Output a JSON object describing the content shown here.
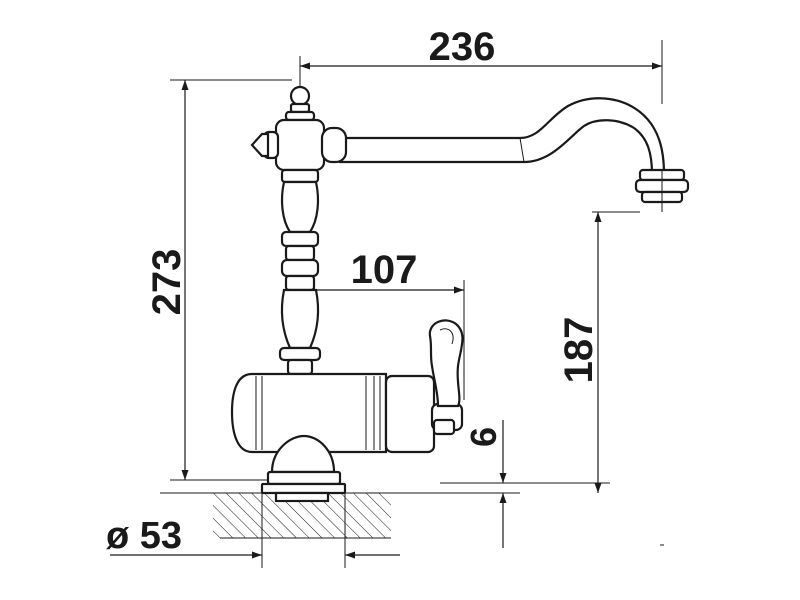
{
  "dimensions": {
    "spout_reach": "236",
    "total_height": "273",
    "lever_offset": "107",
    "spout_height": "187",
    "base_thickness": "6",
    "base_diameter": "ø 53"
  },
  "colors": {
    "line": "#1a1a1a",
    "background": "#ffffff"
  }
}
